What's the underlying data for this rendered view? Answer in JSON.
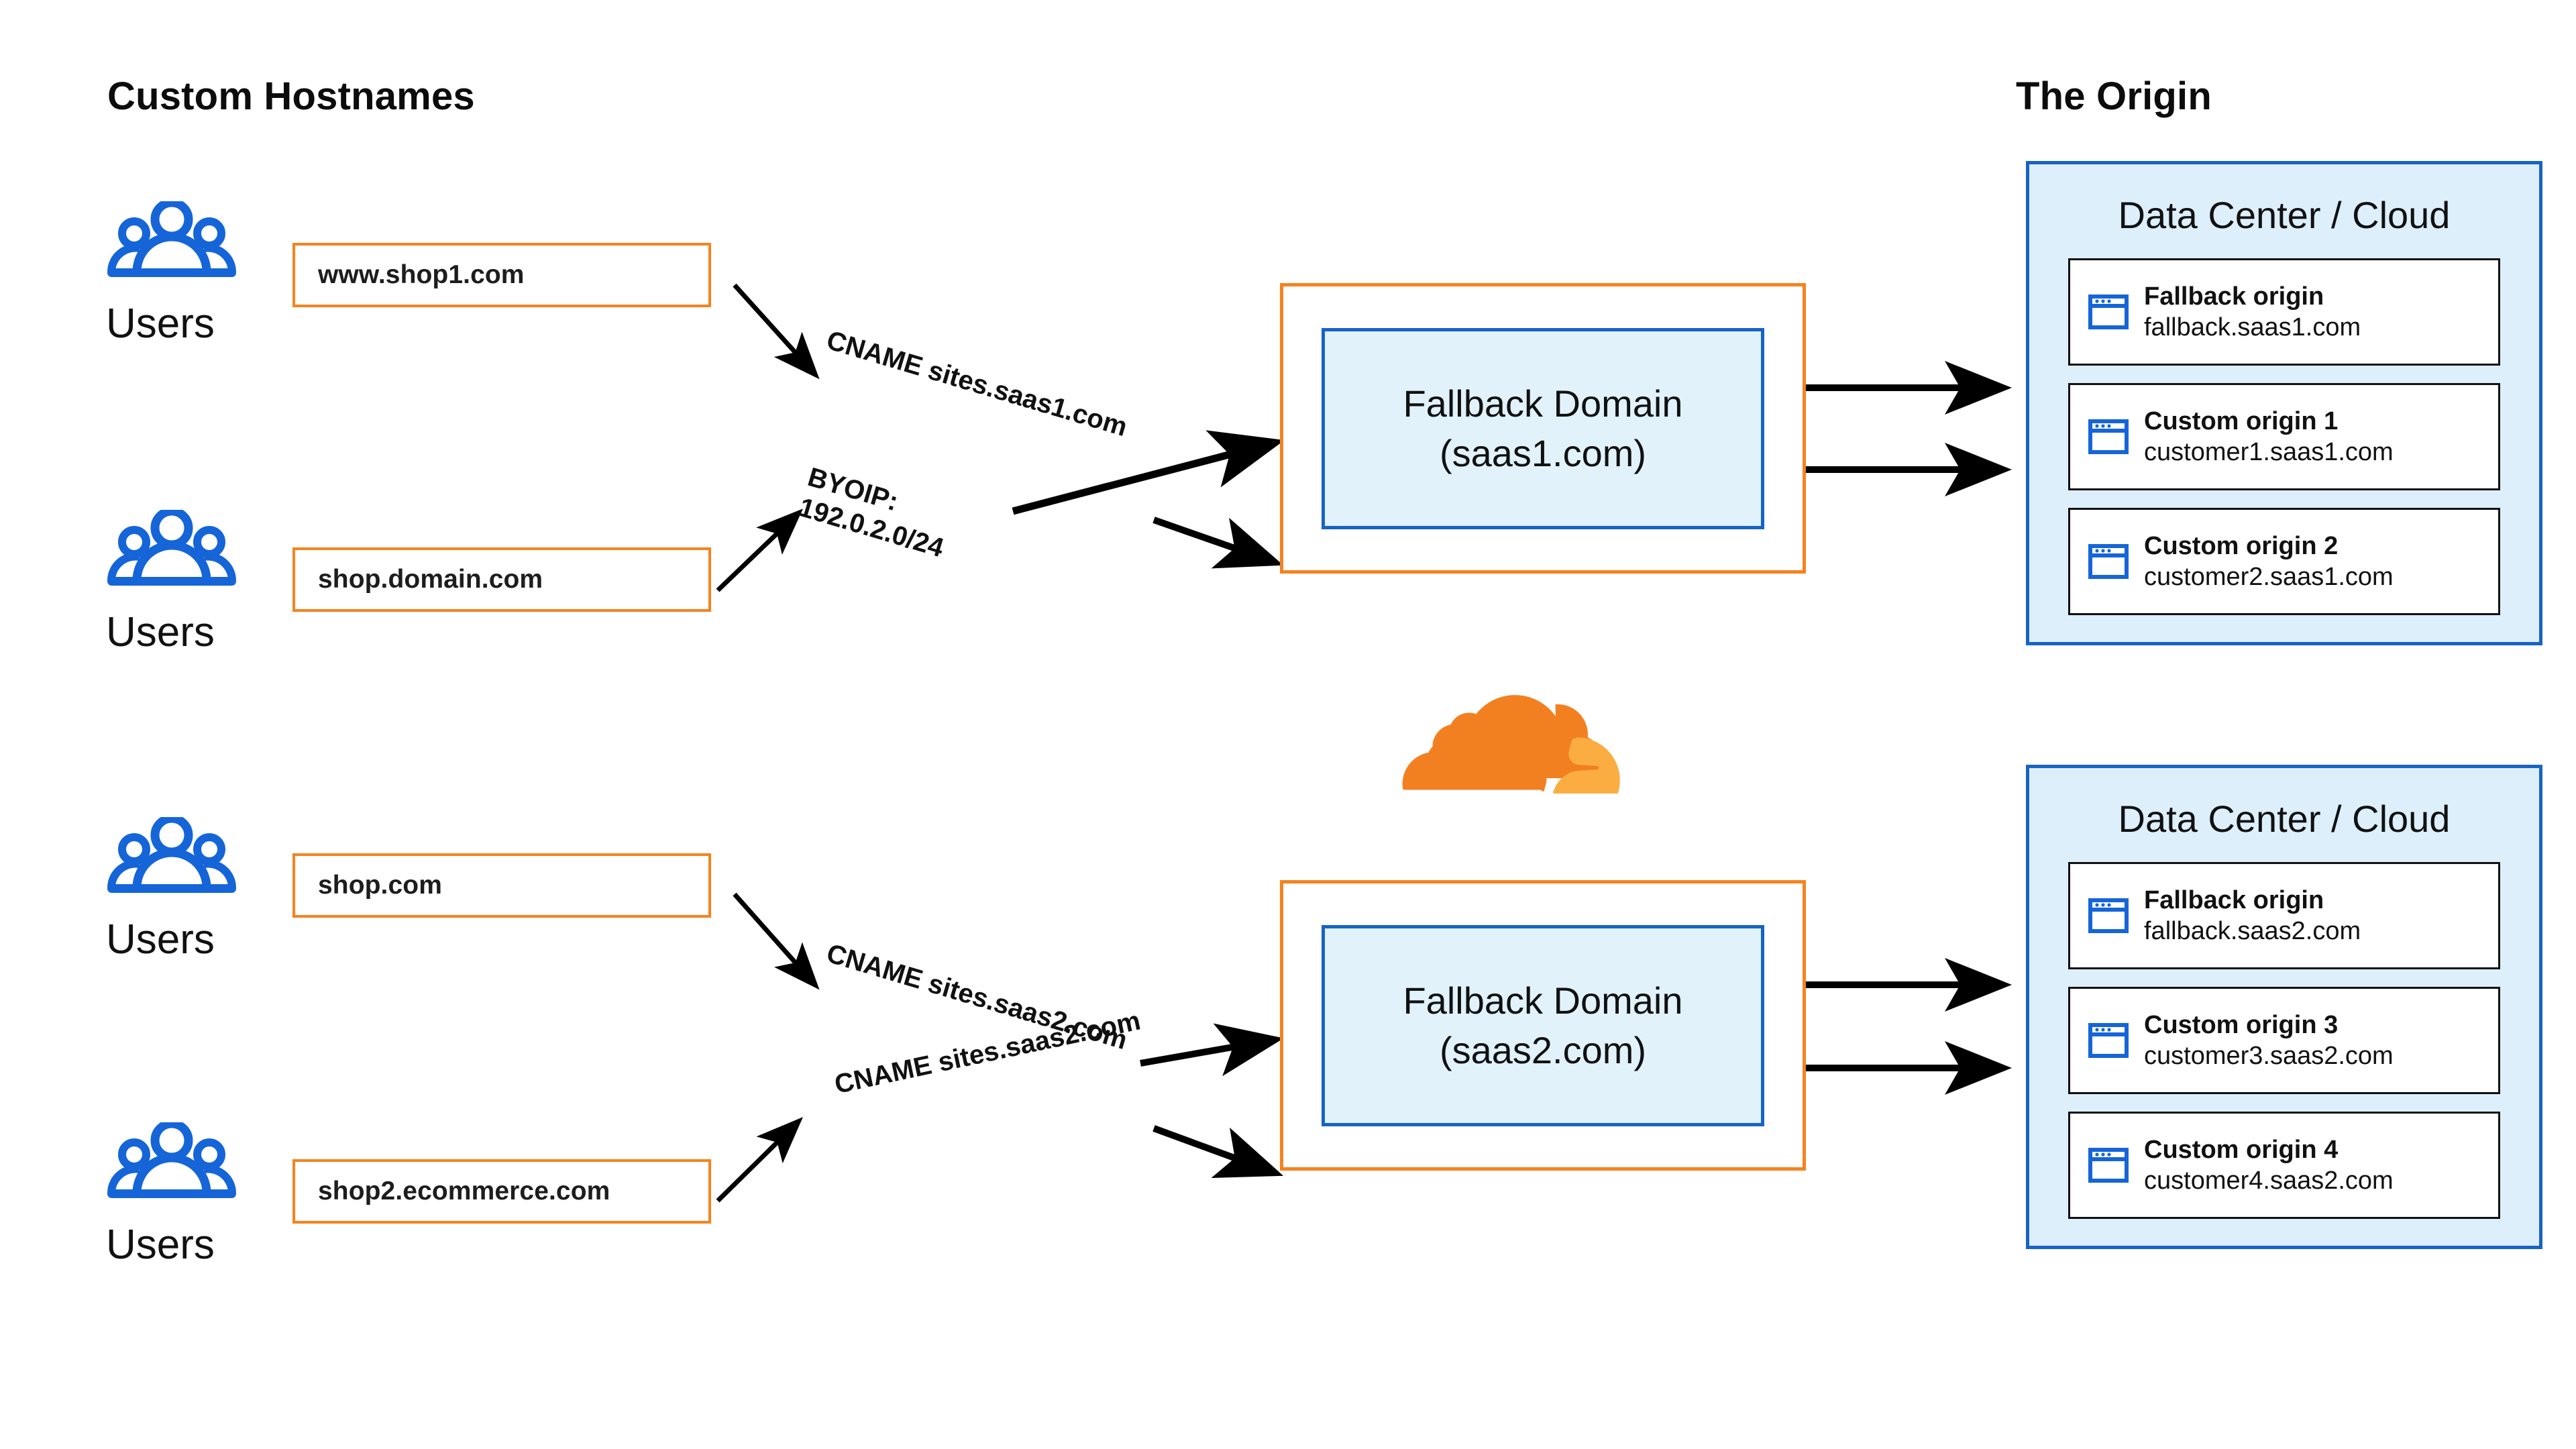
{
  "headings": {
    "left": "Custom Hostnames",
    "right": "The Origin"
  },
  "users": [
    {
      "label": "Users",
      "icon": "users-group-icon"
    },
    {
      "label": "Users",
      "icon": "users-group-icon"
    },
    {
      "label": "Users",
      "icon": "users-group-icon"
    },
    {
      "label": "Users",
      "icon": "users-group-icon"
    }
  ],
  "hostnames": [
    {
      "value": "www.shop1.com"
    },
    {
      "value": "shop.domain.com"
    },
    {
      "value": "shop.com"
    },
    {
      "value": "shop2.ecommerce.com"
    }
  ],
  "edge_labels": [
    {
      "line1": "CNAME sites.saas1.com",
      "line2": ""
    },
    {
      "line1": "BYOIP:",
      "line2": "192.0.2.0/24"
    },
    {
      "line1": "CNAME sites.saas2.com",
      "line2": ""
    },
    {
      "line1": "CNAME sites.saas2.com",
      "line2": ""
    }
  ],
  "fallback_domains": [
    {
      "line1": "Fallback Domain",
      "line2": "(saas1.com)"
    },
    {
      "line1": "Fallback Domain",
      "line2": "(saas2.com)"
    }
  ],
  "data_centers": [
    {
      "title": "Data Center / Cloud",
      "origins": [
        {
          "name": "Fallback origin",
          "host": "fallback.saas1.com",
          "icon": "browser-window-icon"
        },
        {
          "name": "Custom origin 1",
          "host": "customer1.saas1.com",
          "icon": "browser-window-icon"
        },
        {
          "name": "Custom origin 2",
          "host": "customer2.saas1.com",
          "icon": "browser-window-icon"
        }
      ]
    },
    {
      "title": "Data Center / Cloud",
      "origins": [
        {
          "name": "Fallback origin",
          "host": "fallback.saas2.com",
          "icon": "browser-window-icon"
        },
        {
          "name": "Custom origin 3",
          "host": "customer3.saas2.com",
          "icon": "browser-window-icon"
        },
        {
          "name": "Custom origin 4",
          "host": "customer4.saas2.com",
          "icon": "browser-window-icon"
        }
      ]
    }
  ],
  "logo": {
    "name": "cloudflare-logo",
    "color_dark": "#f38020",
    "color_light": "#fbad41"
  },
  "colors": {
    "orange": "#f6821f",
    "blue": "#1763c6",
    "light_blue_fill": "#ddeffb",
    "panel_fill": "#e1f2fb",
    "text": "#111111",
    "icon_blue": "#1565d8"
  }
}
